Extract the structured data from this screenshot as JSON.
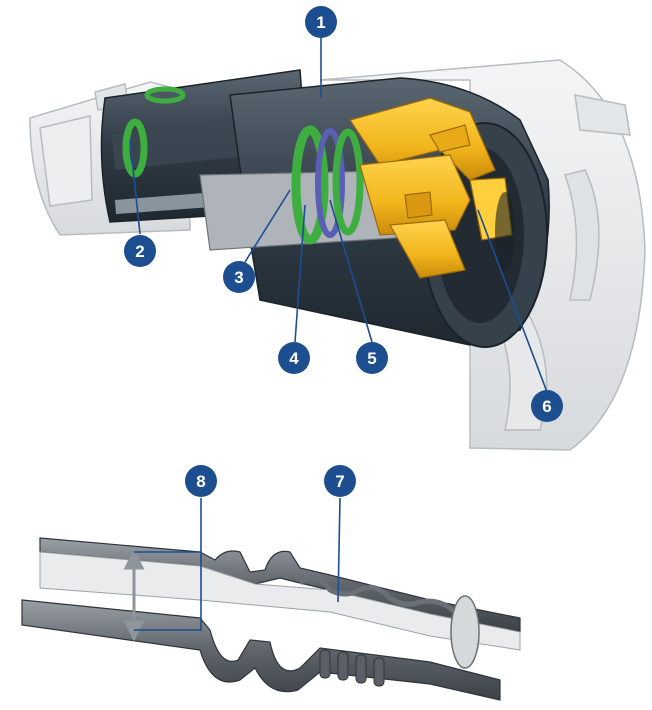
{
  "colors": {
    "badge": "#1d4e8f",
    "body_dark": "#2f3b46",
    "body_mid": "#4b5762",
    "ghost": "#c9cdd1",
    "yellow": "#f2b51c",
    "yellow_dark": "#c98a0b",
    "green": "#3dae3f",
    "violet": "#5a5fb3",
    "pipe": "#7a8087"
  },
  "callouts": [
    {
      "id": "callout-1",
      "label": "1"
    },
    {
      "id": "callout-2",
      "label": "2"
    },
    {
      "id": "callout-3",
      "label": "3"
    },
    {
      "id": "callout-4",
      "label": "4"
    },
    {
      "id": "callout-5",
      "label": "5"
    },
    {
      "id": "callout-6",
      "label": "6"
    },
    {
      "id": "callout-7",
      "label": "7"
    },
    {
      "id": "callout-8",
      "label": "8"
    }
  ]
}
